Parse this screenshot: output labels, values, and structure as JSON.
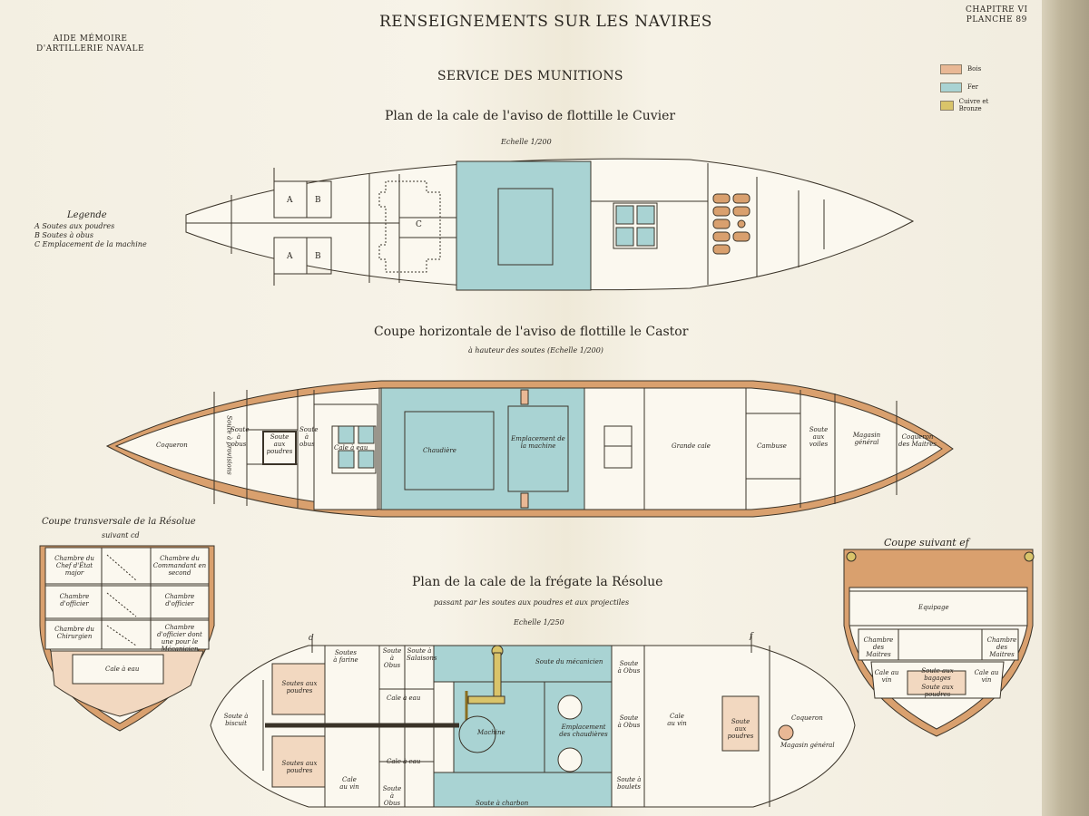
{
  "header": {
    "left_line1": "AIDE MÉMOIRE",
    "left_line2": "D'ARTILLERIE NAVALE",
    "title": "RENSEIGNEMENTS SUR LES NAVIRES",
    "right_line1": "CHAPITRE VI",
    "right_line2": "PLANCHE 89"
  },
  "section_title": "SERVICE DES MUNITIONS",
  "materials": [
    {
      "label": "Bois",
      "color": "#e9b895"
    },
    {
      "label": "Fer",
      "color": "#a9d3d3"
    },
    {
      "label": "Cuivre et Bronze",
      "color": "#d9c46a"
    }
  ],
  "legend": {
    "title": "Legende",
    "items": [
      "A Soutes aux poudres",
      "B Soutes à obus",
      "C Emplacement de la machine"
    ]
  },
  "cuvier": {
    "title": "Plan de la cale de l'aviso de flottille le Cuvier",
    "scale": "Echelle 1/200",
    "labels": [
      "A",
      "B",
      "A",
      "B",
      "C"
    ]
  },
  "castor": {
    "title": "Coupe horizontale de l'aviso de flottille le Castor",
    "subtitle": "à hauteur des soutes (Echelle 1/200)",
    "compartments": {
      "coqueron_aft": "Coqueron",
      "soute_provisions": "Soute à provisions",
      "soute_obus": "Soute à obus",
      "soute_poudres": "Soute aux poudres",
      "soute_obus2": "Soute à obus",
      "cale_eau": "Cale à eau",
      "chaudiere": "Chaudière",
      "machine": "Emplacement de la machine",
      "grande_cale": "Grande cale",
      "cambuse": "Cambuse",
      "soute_voiles": "Soute aux voiles",
      "magasin": "Magasin général",
      "coqueron_fwd": "Coqueron des Maitres"
    }
  },
  "resolue_transverse": {
    "title": "Coupe transversale de la Résolue",
    "subtitle": "suivant cd",
    "rooms": [
      "Chambre du Chef d'État major",
      "Chambre du Commandant en second",
      "Chambre d'officier",
      "Chambre d'officier",
      "Chambre du Chirurgien",
      "Chambre d'officier dont une pour le Mécanicien",
      "Cale à eau"
    ]
  },
  "resolue_plan": {
    "title": "Plan de la cale de la frégate la Résolue",
    "subtitle": "passant par les soutes aux poudres et aux projectiles",
    "scale": "Echelle 1/250",
    "section_marks": [
      "d",
      "f"
    ],
    "compartments": {
      "soute_biscuit": "Soute à biscuit",
      "soute_farine": "Soutes à farine",
      "soute_obus": "Soute à Obus",
      "soute_salaisons": "Soute à Salaisons",
      "soutes_poudres": "Soutes aux poudres",
      "cale_eau1": "Cale à eau",
      "cale_eau2": "Cale à eau",
      "soutes_poudres2": "Soutes aux poudres",
      "machine": "Machine",
      "soute_mecanicien": "Soute du mécanicien",
      "emplacement_chaudieres": "Emplacement des chaudières",
      "soute_obus2": "Soute à Obus",
      "cale_vin1": "Cale au vin",
      "soute_obus3": "Soute à Obus",
      "soute_boulets": "Soute à boulets",
      "soute_charbon": "Soute à charbon",
      "cale_vin2": "Cale au vin",
      "soute_obus4": "Soute à Obus",
      "soute_poudres3": "Soute aux poudres",
      "coqueron": "Coqueron",
      "magasin": "Magasin général"
    }
  },
  "resolue_ef": {
    "title": "Coupe suivant ef",
    "rooms": [
      "Equipage",
      "Chambre des Maitres",
      "Chambre des Maitres",
      "Cale au vin",
      "Soute aux bagages",
      "Cale au vin",
      "Soute aux poudres"
    ]
  }
}
